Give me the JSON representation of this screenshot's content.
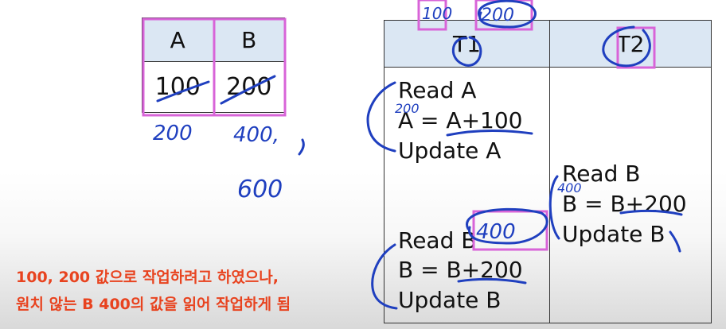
{
  "small_table": {
    "headers": [
      "A",
      "B"
    ],
    "values": [
      "100",
      "200"
    ]
  },
  "handwritten": {
    "a_new": "200",
    "b_new": "400,",
    "b_final": "600",
    "top_a": "100",
    "top_b": "200",
    "t1_a_note": "200",
    "t2_b_note": "400",
    "t1_b_read": "400"
  },
  "schedule": {
    "headers": [
      "T1",
      "T2"
    ],
    "t1_ops_top": [
      "Read A",
      "A = A+100",
      "Update A"
    ],
    "t2_ops": [
      "Read B",
      "B = B+200",
      "Update B"
    ],
    "t1_ops_bottom": [
      "Read B",
      "B = B+200",
      "Update B"
    ]
  },
  "caption": {
    "line1": "100, 200 값으로 작업하려고 하였으나,",
    "line2": "원치 않는 B 400의 값을 읽어 작업하게 됨"
  },
  "colors": {
    "ink": "#1f3fbf",
    "highlight": "#d864d8",
    "caption": "#e8431f",
    "header_fill": "#dbe7f3"
  }
}
